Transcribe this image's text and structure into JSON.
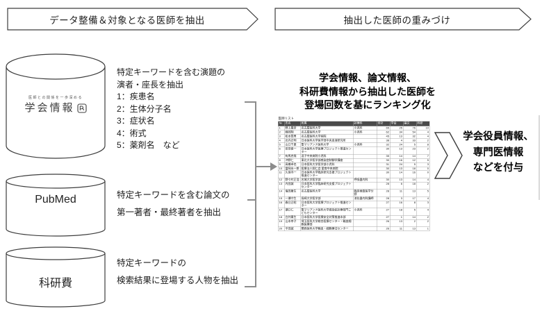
{
  "colors": {
    "line": "#3c3c3c",
    "bracket_gray": "#8c8c8c",
    "table_header_bg": "#4a4a4a",
    "table_border": "#a6a6a6"
  },
  "banners": {
    "step1_label": "データ整備＆対象となる医師を抽出",
    "step2_label": "抽出した医師の重みづけ"
  },
  "sources": {
    "gakkai": {
      "tagline": "医師との関係を一歩深める",
      "name": "学会情報",
      "description_lines": [
        "特定キーワードを含む演題の",
        "演者・座長を抽出",
        "1：疾患名",
        "2：生体分子名",
        "3：症状名",
        "4：術式",
        "5：薬剤名　など"
      ]
    },
    "pubmed": {
      "name": "PubMed",
      "description_lines": [
        "特定キーワードを含む論文の",
        "第一著者・最終著者を抽出"
      ]
    },
    "kakenhi": {
      "name": "科研費",
      "description_lines": [
        "特定キーワードの",
        "検索結果に登場する人物を抽出"
      ]
    }
  },
  "ranking": {
    "heading_lines": [
      "学会情報、論文情報、",
      "科研費情報から抽出した医師を",
      "登場回数を基にランキング化"
    ],
    "table": {
      "title": "医師リスト",
      "columns": [
        "№",
        "氏名",
        "所属",
        "診療科",
        "合計",
        "学会",
        "論文",
        "科研"
      ],
      "rows": [
        [
          "1",
          "野上慶彦",
          "名古屋医科大学",
          "小児科",
          "65",
          "25",
          "76",
          "10"
        ],
        [
          "2",
          "嶋岡翔",
          "名古屋医科大学",
          "小児科",
          "62",
          "34",
          "54",
          "4"
        ],
        [
          "3",
          "松本賢男",
          "名古屋医科大学病院",
          "",
          "45",
          "13",
          "32",
          "4"
        ],
        [
          "4",
          "北内正明",
          "日本医科大学医学部中央血液研究所",
          "",
          "38",
          "4",
          "33",
          "2"
        ],
        [
          "5",
          "山口千夏",
          "聖マリアンナ医科大学",
          "小児科",
          "32",
          "24",
          "5",
          "8"
        ],
        [
          "6",
          "安田俊一",
          "日本医科大学医療プロジェクト推進センター",
          "",
          "30",
          "13",
          "23",
          "2"
        ],
        [
          "7",
          "有馬克哉",
          "逗子中央病院小児科",
          "",
          "35",
          "14",
          "14",
          "7"
        ],
        [
          "8",
          "沖野仁",
          "東北大学医学部感染症制御学講座",
          "",
          "30",
          "16",
          "12",
          "5"
        ],
        [
          "9",
          "高橋卓也",
          "日本医科大学医学部小児科",
          "",
          "31",
          "24",
          "5",
          "3"
        ],
        [
          "10",
          "冨岡永一郎",
          "医療法人翔仁会 愛育中央病院",
          "",
          "30",
          "13",
          "18",
          "0"
        ],
        [
          "11",
          "久保寺一",
          "日本医科大学臨床研究支援プロジェクト推進センター",
          "",
          "30",
          "14",
          "16",
          "0"
        ],
        [
          "12",
          "野々村正浩",
          "名城大学医学部",
          "呼吸器内科",
          "30",
          "13",
          "14",
          "4"
        ],
        [
          "13",
          "内田誠",
          "日本医科大学臨床研究支援プロジェクトセンター",
          "",
          "28",
          "6",
          "18",
          "2"
        ],
        [
          "14",
          "塩田康生",
          "名古屋医科大学",
          "臨床検査医学分野",
          "28",
          "11",
          "13",
          "5"
        ],
        [
          "15",
          "一瀬守生",
          "長崎大学医学部",
          "消化器内科講師",
          "28",
          "3",
          "17",
          "4"
        ],
        [
          "16",
          "春日正昭",
          "日本医科大学医療プロジェクト推進センター",
          "",
          "27",
          "16",
          "8",
          "3"
        ],
        [
          "17",
          "瀬口仁",
          "聖マリアンナ医科大学感染症診療部門こどもセンター",
          "小児科",
          "27",
          "18",
          "5",
          "4"
        ],
        [
          "18",
          "白井康生",
          "日本医科大学医療安全対策推進本部",
          "",
          "27",
          "1",
          "14",
          "2"
        ],
        [
          "19",
          "山本幸子",
          "埼玉医科大学総合医療センター・輸血細胞医療部",
          "",
          "26",
          "13",
          "2",
          "2"
        ],
        [
          "20",
          "平田誠",
          "関西医科大学輸血・細胞療法センター",
          "",
          "26",
          "11",
          "13",
          "1"
        ]
      ]
    }
  },
  "output": {
    "lines": [
      "学会役員情報、",
      "専門医情報",
      "などを付与"
    ]
  }
}
